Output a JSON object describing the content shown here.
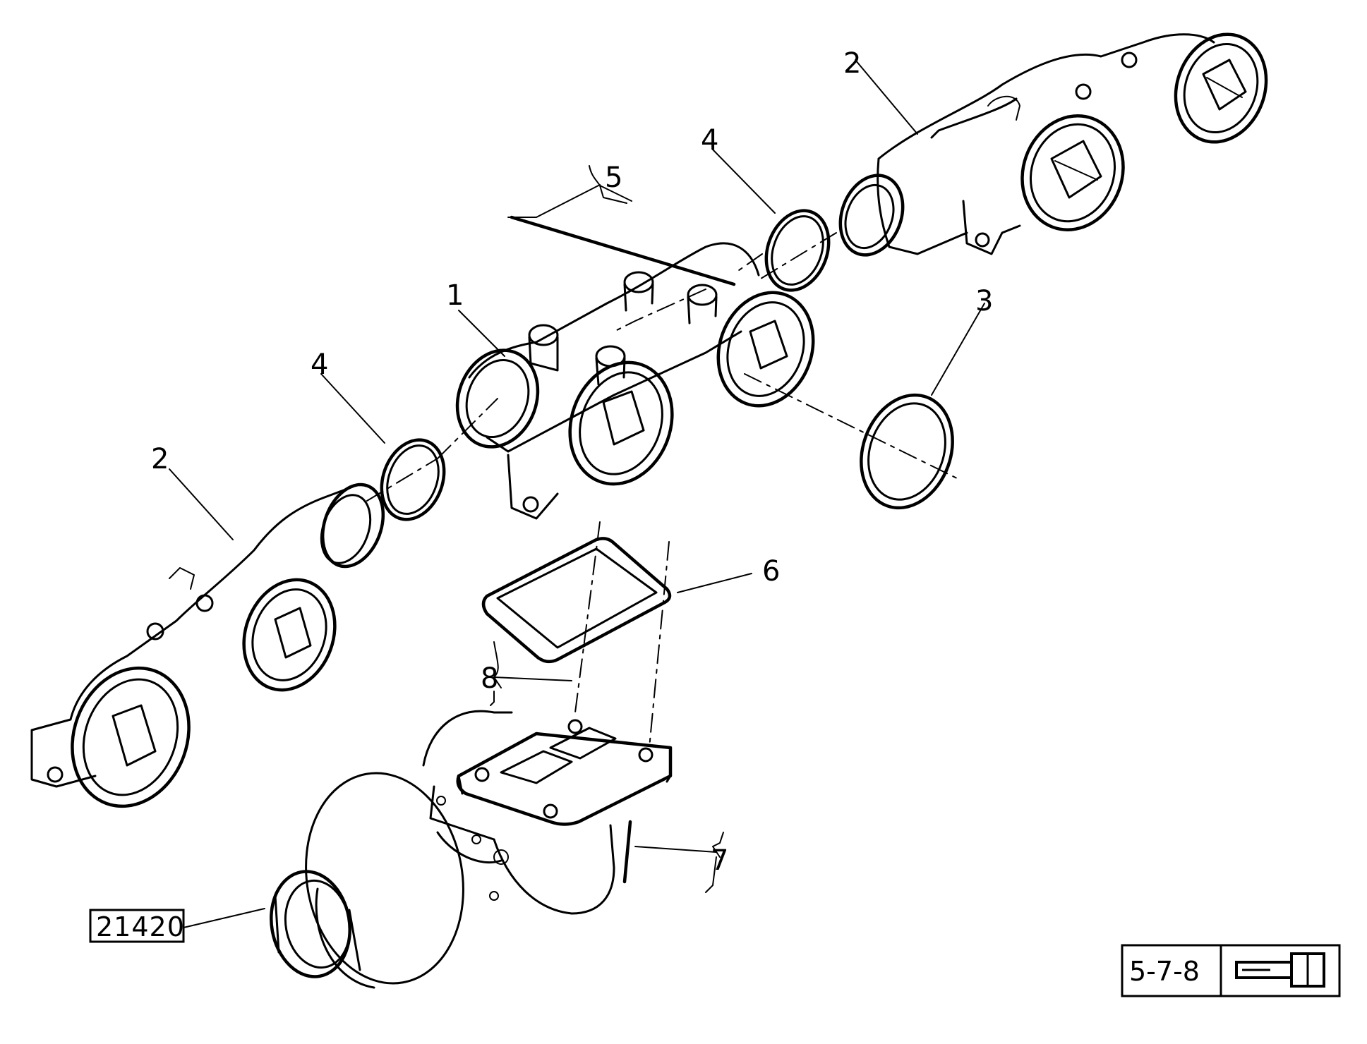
{
  "diagram": {
    "callouts": {
      "part_1": "1",
      "part_2_upper": "2",
      "part_2_lower": "2",
      "part_3": "3",
      "part_4_upper": "4",
      "part_4_lower": "4",
      "part_5": "5",
      "part_6": "6",
      "part_7": "7",
      "part_8": "8"
    },
    "reference_box": "21420",
    "legend": {
      "code": "5-7-8",
      "icon": "bolt-icon"
    }
  }
}
